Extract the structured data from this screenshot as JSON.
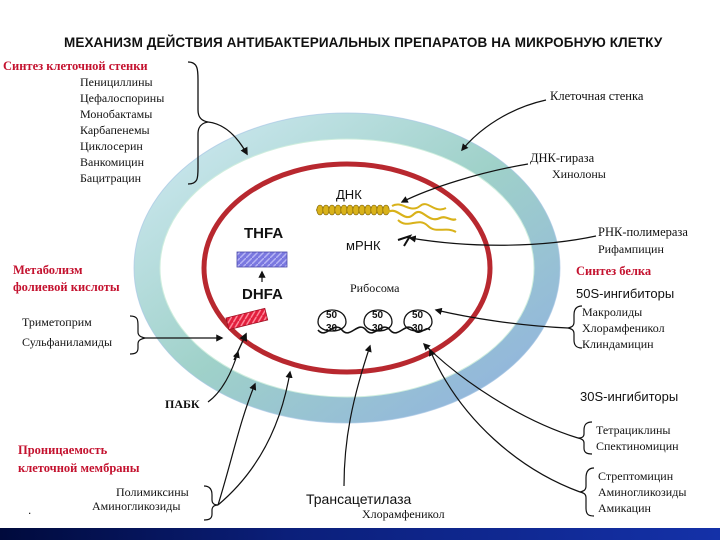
{
  "title": "МЕХАНИЗМ ДЕЙСТВИЯ АНТИБАКТЕРИАЛЬНЫХ ПРЕПАРАТОВ НА МИКРОБНУЮ КЛЕТКУ",
  "cell_wall_synthesis": {
    "heading": "Синтез клеточной стенки",
    "drugs": [
      "Пенициллины",
      "Цефалоспорины",
      "Монобактамы",
      "Карбапенемы",
      "Циклосерин",
      "Ванкомицин",
      "Бацитрацин"
    ]
  },
  "folate_metabolism": {
    "heading_line1": "Метаболизм",
    "heading_line2": "фолиевой кислоты",
    "drugs": [
      "Триметоприм",
      "Сульфаниламиды"
    ]
  },
  "membrane": {
    "heading_line1": "Проницаемость",
    "heading_line2": "клеточной мембраны",
    "drugs": [
      "Полимиксины",
      "Аминогликозиды"
    ]
  },
  "labels": {
    "cell_wall": "Клеточная стенка",
    "dna_gyrase": "ДНК-гираза",
    "quinolones": "Хинолоны",
    "rna_polymerase": "РНК-полимераза",
    "rifampicin": "Рифампицин",
    "dna": "ДНК",
    "mrna": "мРНК",
    "ribosome": "Рибосома",
    "thfa": "THFA",
    "dhfa": "DHFA",
    "paba": "ПАБК",
    "transacetylase": "Трансацетилаза",
    "chloramphenicol": "Хлорамфеникол",
    "dot": "."
  },
  "ribosomes": [
    {
      "top": "50",
      "bottom": "30"
    },
    {
      "top": "50",
      "bottom": "30"
    },
    {
      "top": "50",
      "bottom": "30"
    }
  ],
  "protein_synthesis": {
    "heading": "Синтез белка",
    "s50_heading": "50S-ингибиторы",
    "s50_drugs": [
      "Макролиды",
      "Хлорамфеникол",
      "Клиндамицин"
    ],
    "s30_heading": "30S-ингибиторы",
    "s30_group1": [
      "Тетрациклины",
      "Спектиномицин"
    ],
    "s30_group2": [
      "Стрептомицин",
      "Аминогликозиды",
      "Амикацин"
    ]
  },
  "colors": {
    "heading_red": "#c4122f",
    "membrane_red": "#b8282f",
    "wall_inner": "#d6eedb",
    "wall_mid": "#8fc9c6",
    "wall_outer": "#7fa6d9",
    "thfa_box": "#6b6bd6",
    "dhfa_box": "#e0203a",
    "dna_gold": "#d9b21a",
    "bottom_bar": "#0b1f7a"
  }
}
